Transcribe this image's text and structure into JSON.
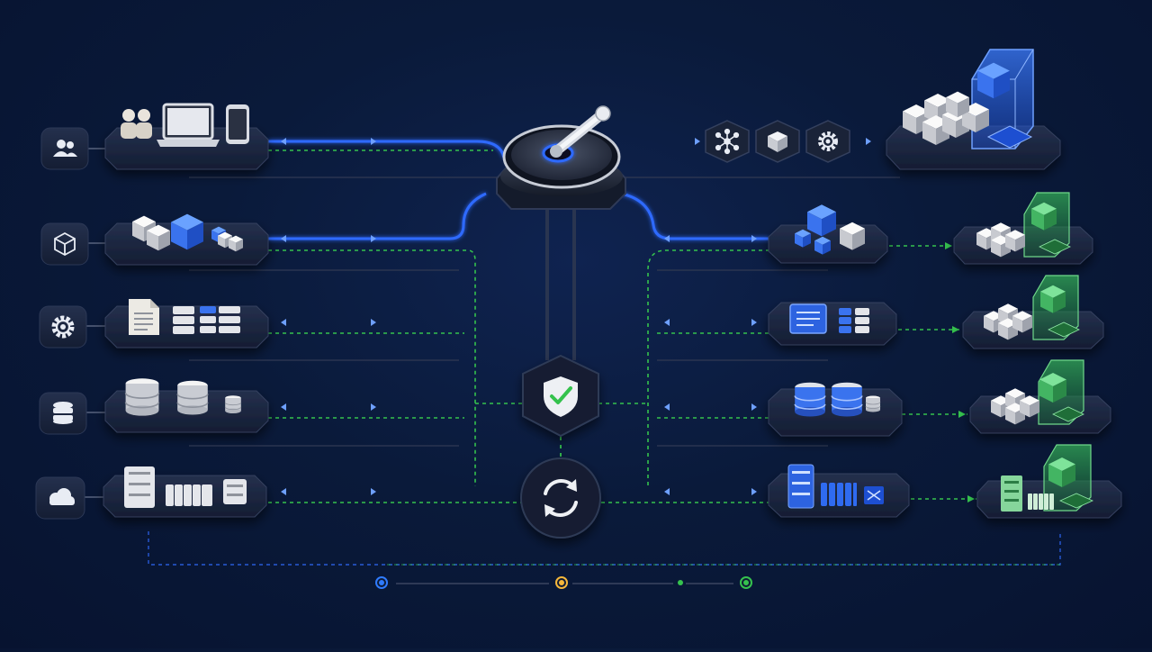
{
  "diagram": {
    "left_tiers": [
      {
        "id": "users",
        "icon": "users-icon",
        "platform_icons": [
          "user-group-icon",
          "laptop-icon",
          "mobile-phone-icon"
        ]
      },
      {
        "id": "modules",
        "icon": "cube-icon",
        "platform_icons": [
          "cube-cluster-icon",
          "blue-cube-icon",
          "small-cubes-icon"
        ]
      },
      {
        "id": "services",
        "icon": "gear-icon",
        "platform_icons": [
          "document-icon",
          "table-icon",
          "table-highlight-icon"
        ]
      },
      {
        "id": "databases",
        "icon": "database-icon",
        "platform_icons": [
          "database-icon",
          "database-icon",
          "database-small-icon"
        ]
      },
      {
        "id": "cloud",
        "icon": "cloud-icon",
        "platform_icons": [
          "server-icon",
          "server-rack-icon",
          "server-small-icon"
        ]
      }
    ],
    "right_tiers": [
      {
        "id": "r-modules",
        "platform_icons": [
          "blue-cube-cluster-icon",
          "white-cube-icon"
        ],
        "target": "green-container-icon"
      },
      {
        "id": "r-services",
        "platform_icons": [
          "document-blue-icon",
          "table-blue-icon"
        ],
        "target": "green-container-icon"
      },
      {
        "id": "r-databases",
        "platform_icons": [
          "database-blue-icon",
          "database-blue-icon",
          "database-white-icon"
        ],
        "target": "green-container-icon"
      },
      {
        "id": "r-servers",
        "platform_icons": [
          "server-blue-icon",
          "server-rack-blue-icon",
          "switch-icon"
        ],
        "target": "green-server-container-icon"
      }
    ],
    "top_right_chain": [
      "network-hub-icon",
      "cube-icon",
      "gear-icon"
    ],
    "top_right_target": "blue-container-icon",
    "hub": "switch-lever-icon",
    "center_nodes": [
      "shield-check-icon",
      "sync-icon"
    ],
    "legend_dots": [
      {
        "color": "#2f7bff"
      },
      {
        "color": "#f5b73b"
      },
      {
        "color": "#35c24e"
      },
      {
        "color": "#35c24e"
      }
    ],
    "colors": {
      "blue": "#2f6bff",
      "green": "#35c24e",
      "panel": "#1a2540",
      "bg": "#0a1a3a"
    }
  }
}
